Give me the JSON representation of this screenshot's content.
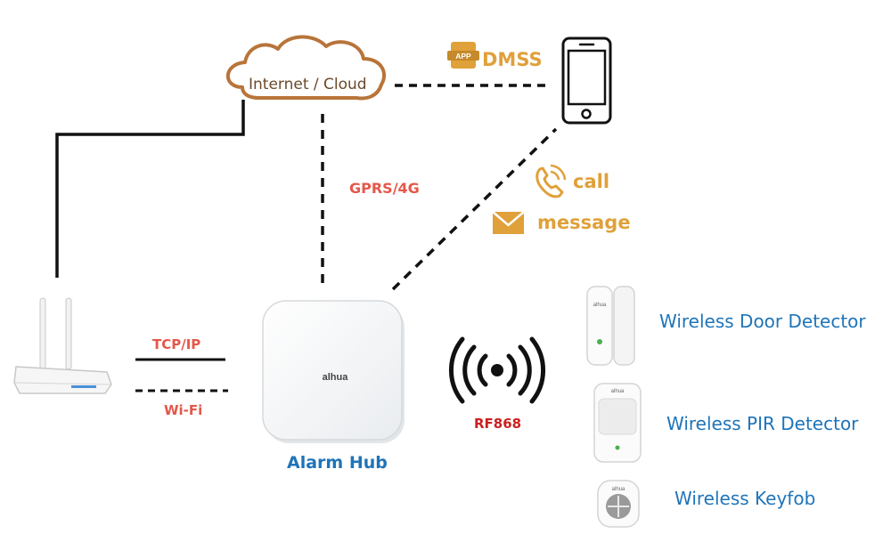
{
  "cloud": {
    "label": "Internet / Cloud"
  },
  "app": {
    "badge": "APP",
    "label": "DMSS"
  },
  "links": {
    "gprs": "GPRS/4G",
    "tcpip": "TCP/IP",
    "wifi": "Wi-Fi",
    "rf": "RF868"
  },
  "notifications": {
    "call": "call",
    "message": "message"
  },
  "hub": {
    "label": "Alarm Hub",
    "brand": "alhua"
  },
  "devices": [
    {
      "label": "Wireless Door Detector",
      "brand": "alhua"
    },
    {
      "label": "Wireless PIR Detector",
      "brand": "alhua"
    },
    {
      "label": "Wireless Keyfob",
      "brand": "alhua"
    }
  ],
  "colors": {
    "accent_orange": "#e0a03a",
    "link_red": "#e4584a",
    "rf_red": "#cc2020",
    "label_blue": "#1f74b8",
    "cloud_stroke": "#b8743a"
  },
  "icons": [
    "cloud-icon",
    "app-icon",
    "smartphone-icon",
    "phone-call-icon",
    "envelope-icon",
    "router-icon",
    "alarm-hub-icon",
    "rf-signal-icon",
    "door-detector-icon",
    "pir-detector-icon",
    "keyfob-icon"
  ]
}
